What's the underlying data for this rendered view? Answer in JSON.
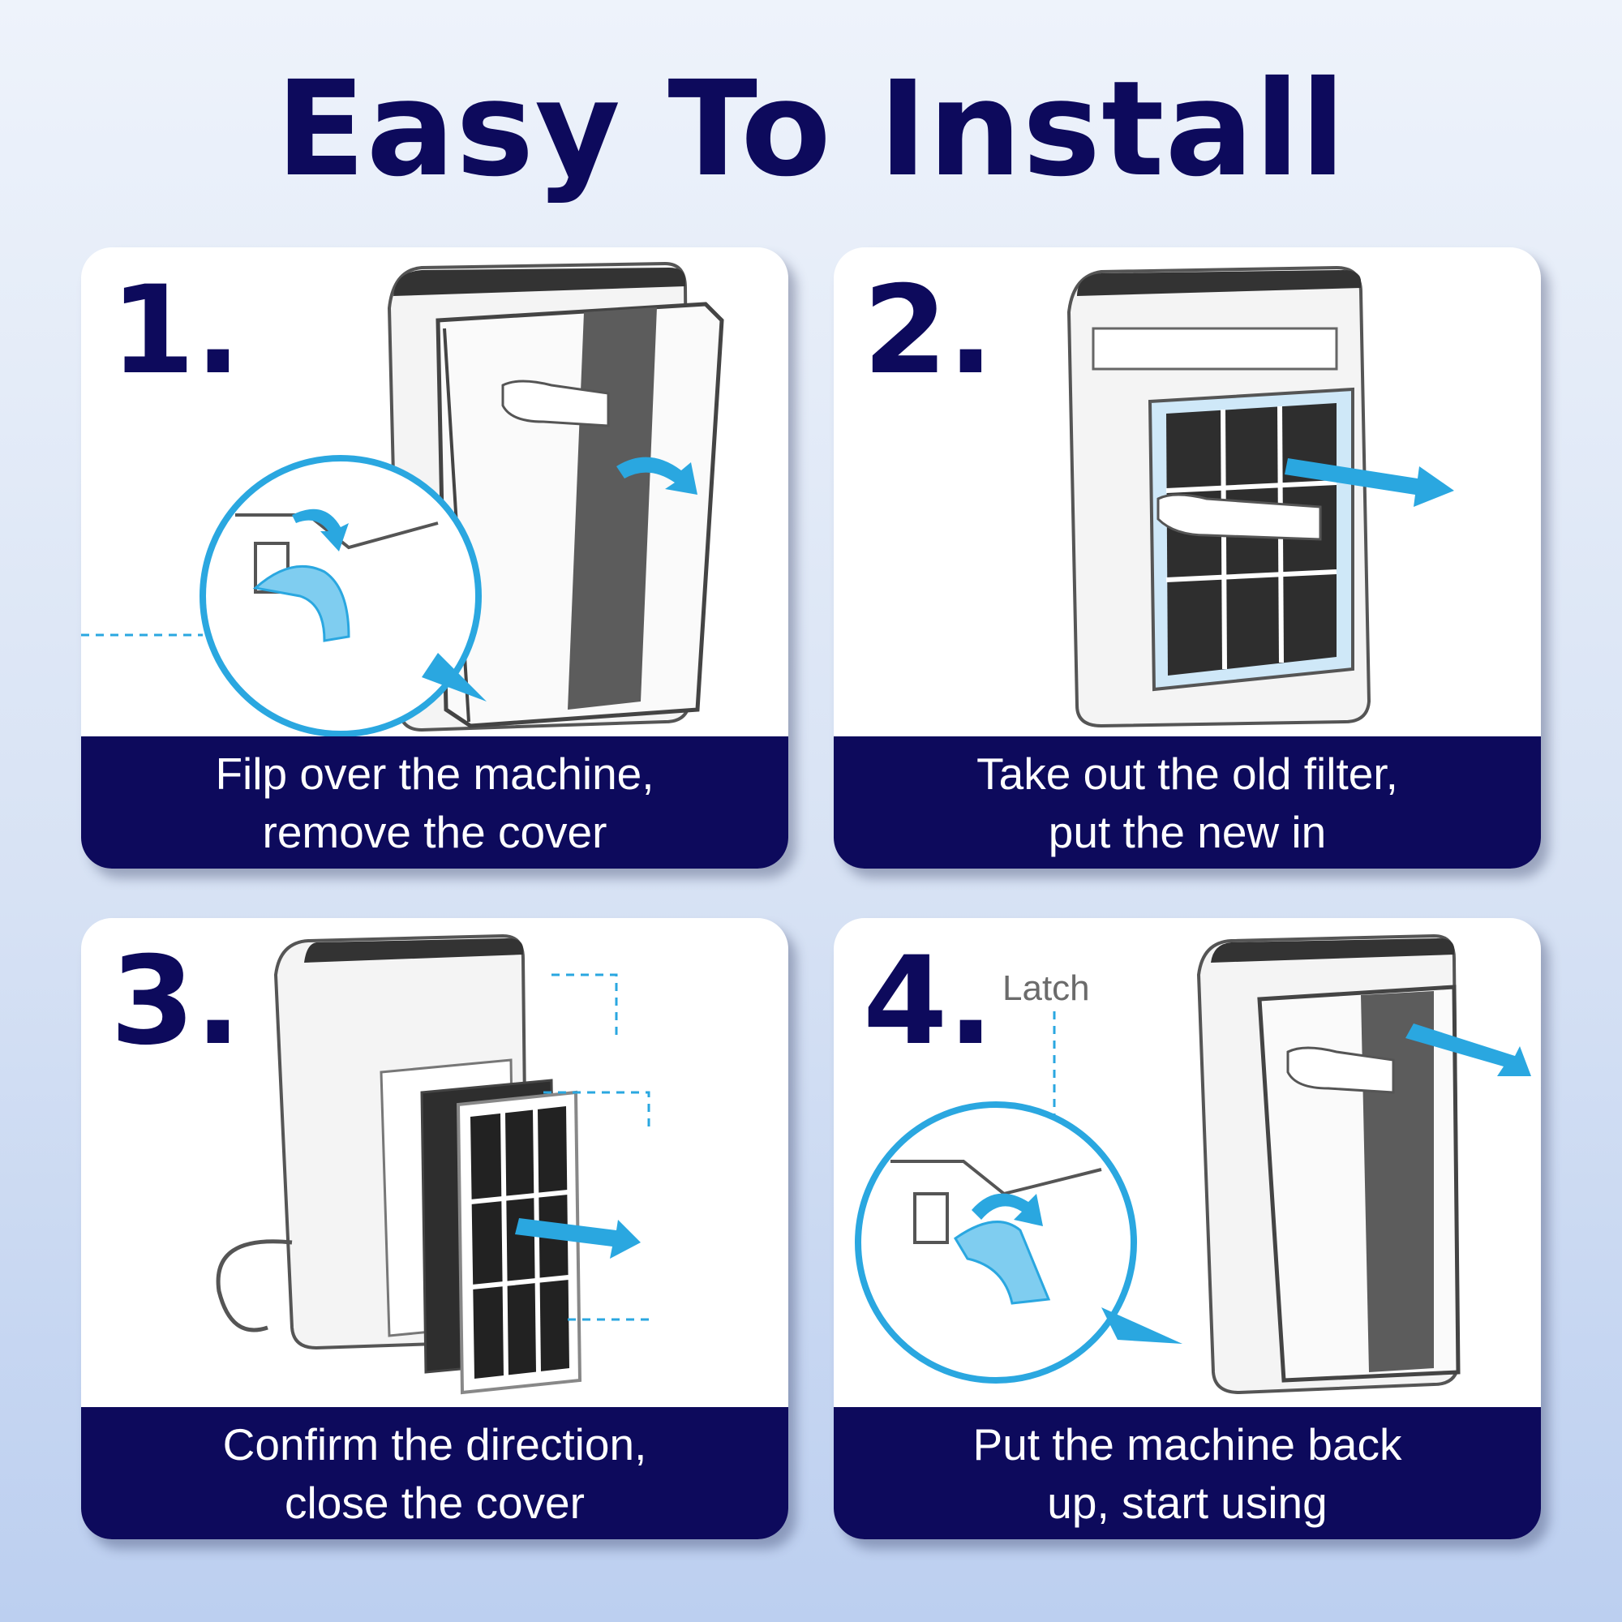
{
  "title": "Easy To Install",
  "steps": [
    {
      "number": "1.",
      "caption_line1": "Filp over the machine,",
      "caption_line2": "remove the cover"
    },
    {
      "number": "2.",
      "caption_line1": "Take out the old filter,",
      "caption_line2": "put the new in"
    },
    {
      "number": "3.",
      "caption_line1": "Confirm the direction,",
      "caption_line2": "close the cover"
    },
    {
      "number": "4.",
      "caption_line1": "Put the machine back",
      "caption_line2": "up, start using",
      "callout_label": "Latch"
    }
  ],
  "colors": {
    "navy": "#0d0a5c",
    "accent_blue": "#2aa7e0",
    "light_blue": "#7fcdf0",
    "filter_dark": "#2e2e2e"
  }
}
